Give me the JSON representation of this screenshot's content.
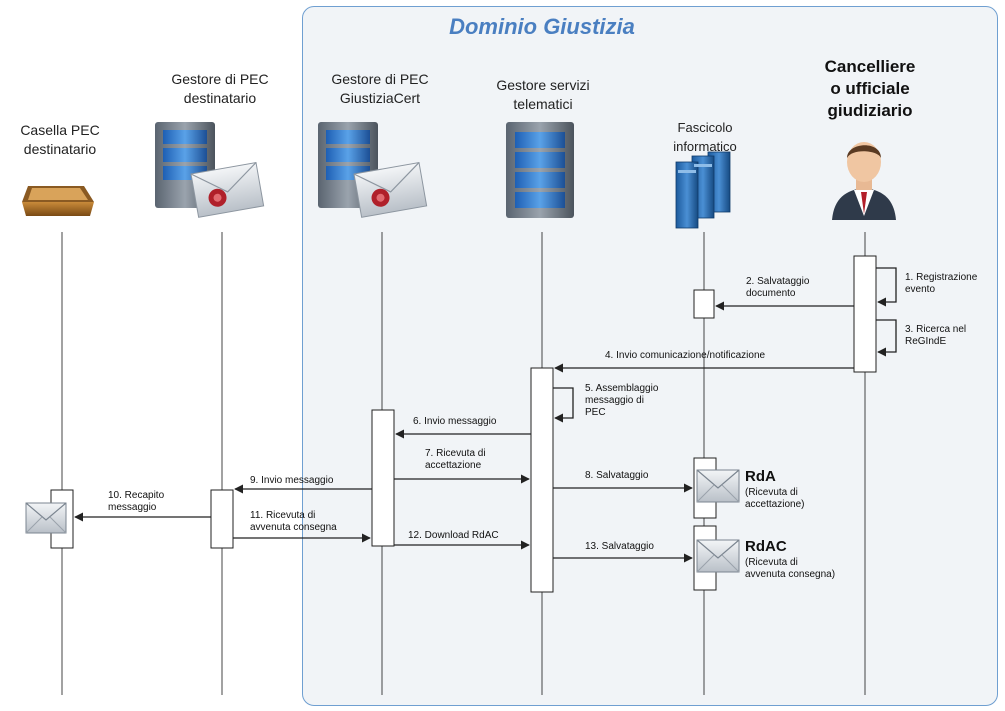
{
  "domain": {
    "title": "Dominio Giustizia"
  },
  "actors": [
    {
      "id": "casella",
      "label_lines": [
        "Casella PEC",
        "destinatario"
      ]
    },
    {
      "id": "gestore_pec_dest",
      "label_lines": [
        "Gestore di PEC",
        "destinatario"
      ]
    },
    {
      "id": "gestore_pec_gc",
      "label_lines": [
        "Gestore di PEC",
        "GiustiziaCert"
      ]
    },
    {
      "id": "gestore_servizi",
      "label_lines": [
        "Gestore servizi",
        "telematici"
      ]
    },
    {
      "id": "fascicolo",
      "label_lines": [
        "Fascicolo",
        "informatico"
      ]
    },
    {
      "id": "cancelliere",
      "label_lines": [
        "Cancelliere",
        "o ufficiale",
        "giudiziario"
      ]
    }
  ],
  "messages": [
    {
      "id": "m1",
      "lines": [
        "1. Registrazione",
        "evento"
      ]
    },
    {
      "id": "m2",
      "lines": [
        "2. Salvataggio",
        "documento"
      ]
    },
    {
      "id": "m3",
      "lines": [
        "3. Ricerca nel",
        "ReGIndE"
      ]
    },
    {
      "id": "m4",
      "lines": [
        "4. Invio comunicazione/notificazione"
      ]
    },
    {
      "id": "m5",
      "lines": [
        "5. Assemblaggio",
        "messaggio di",
        "PEC"
      ]
    },
    {
      "id": "m6",
      "lines": [
        "6. Invio messaggio"
      ]
    },
    {
      "id": "m7",
      "lines": [
        "7. Ricevuta di",
        "accettazione"
      ]
    },
    {
      "id": "m8",
      "lines": [
        "8. Salvataggio"
      ]
    },
    {
      "id": "m9",
      "lines": [
        "9. Invio messaggio"
      ]
    },
    {
      "id": "m10",
      "lines": [
        "10. Recapito",
        "messaggio"
      ]
    },
    {
      "id": "m11",
      "lines": [
        "11. Ricevuta di",
        "avvenuta consegna"
      ]
    },
    {
      "id": "m12",
      "lines": [
        "12. Download RdAC"
      ]
    },
    {
      "id": "m13",
      "lines": [
        "13. Salvataggio"
      ]
    }
  ],
  "notes": [
    {
      "id": "rda",
      "title": "RdA",
      "lines": [
        "(Ricevuta di",
        "accettazione)"
      ]
    },
    {
      "id": "rdac",
      "title": "RdAC",
      "lines": [
        "(Ricevuta di",
        "avvenuta consegna)"
      ]
    }
  ],
  "icons": {
    "casella": "inbox-tray-icon",
    "gestore_pec_dest": "mail-server-icon",
    "gestore_pec_gc": "mail-server-icon",
    "gestore_servizi": "server-icon",
    "fascicolo": "binders-icon",
    "cancelliere": "person-icon",
    "envelope": "envelope-icon"
  },
  "colors": {
    "domain_border": "#6f9fd1",
    "domain_fill": "#f1f4f7",
    "domain_title": "#4a7fc1",
    "line": "#333333"
  }
}
